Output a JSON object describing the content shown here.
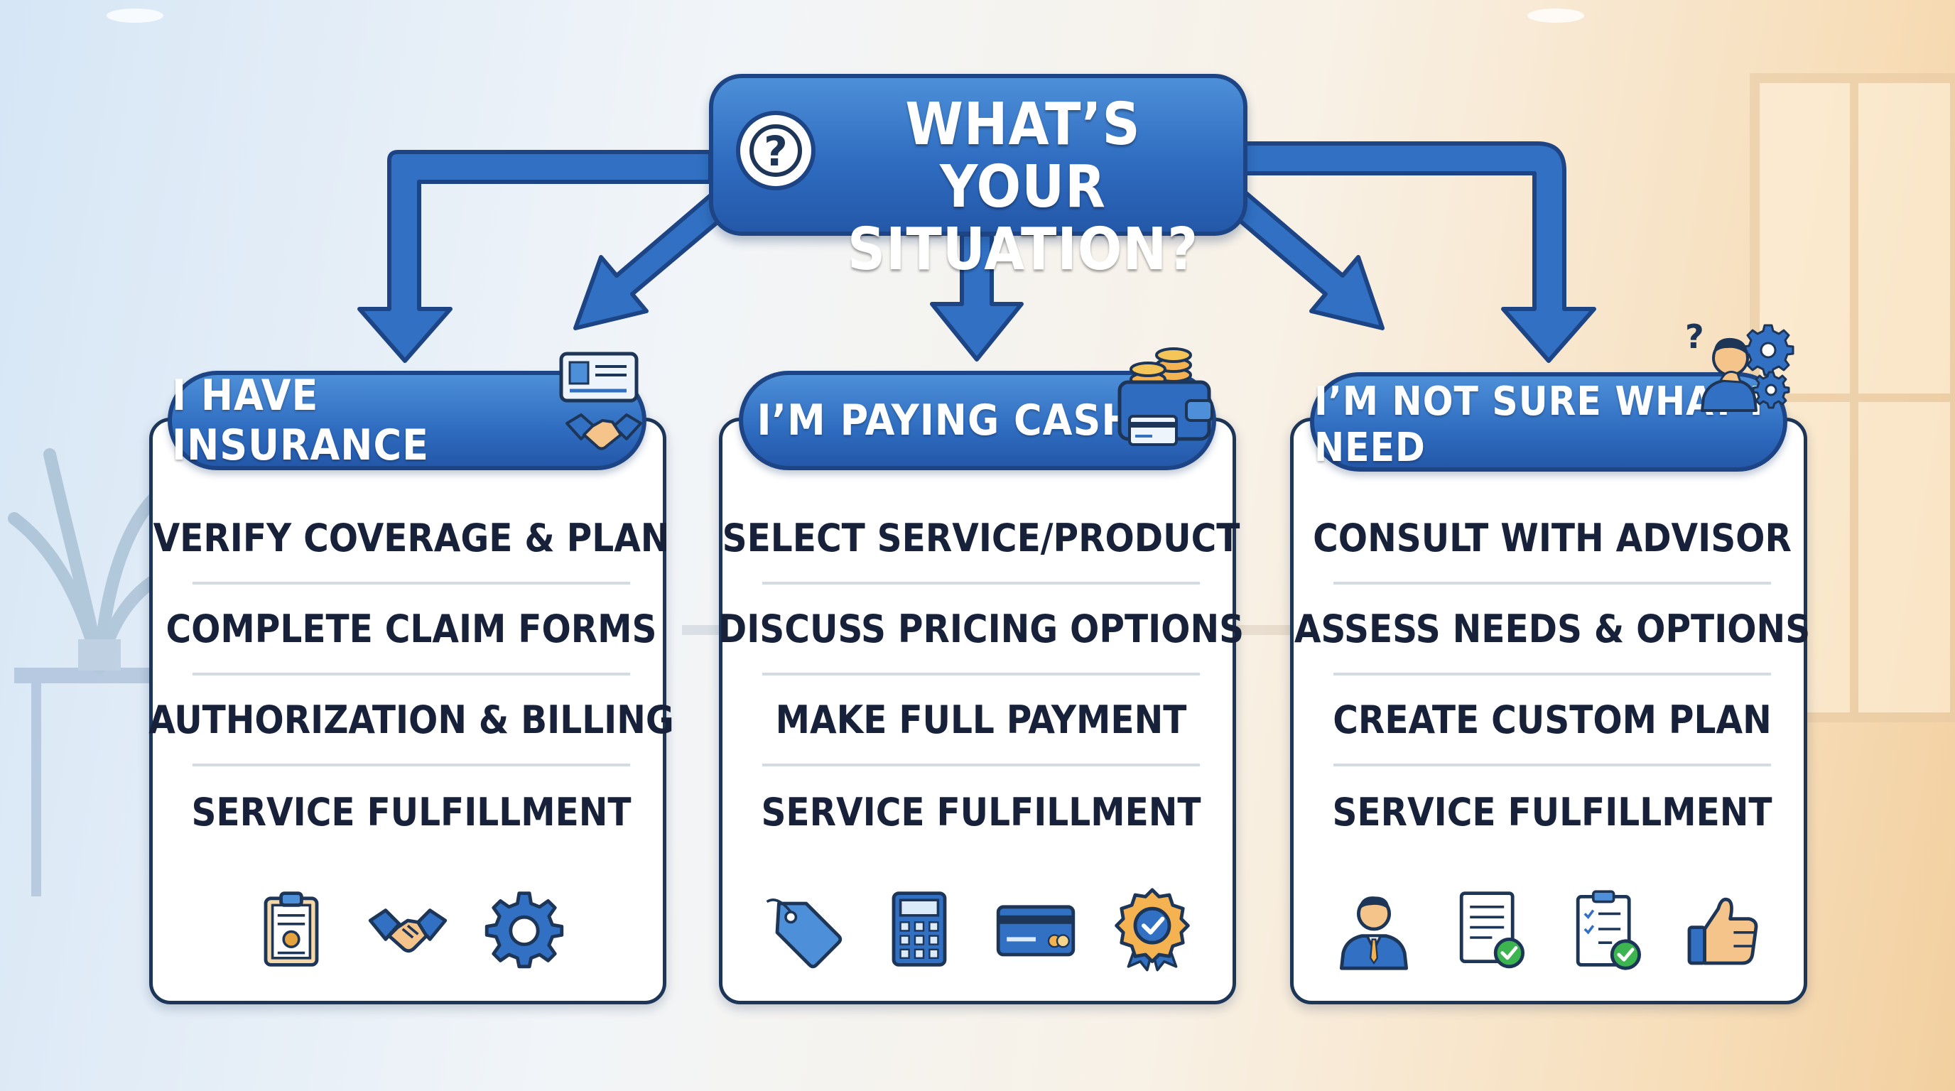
{
  "title": {
    "text": "WHAT’S YOUR SITUATION?",
    "icon": "question-icon"
  },
  "colors": {
    "primary": "#2f6cc0",
    "outline": "#1d3557",
    "accent": "#f4b350",
    "success": "#3cb550"
  },
  "paths": [
    {
      "title": "I HAVE INSURANCE",
      "header_icon": "insurance-card-handshake-icon",
      "steps": [
        "VERIFY COVERAGE & PLAN",
        "COMPLETE CLAIM FORMS",
        "AUTHORIZATION & BILLING",
        "SERVICE FULFILLMENT"
      ],
      "icons": [
        "clipboard-certificate-icon",
        "handshake-icon",
        "gear-icon"
      ]
    },
    {
      "title": "I’M PAYING CASH",
      "header_icon": "wallet-coins-icon",
      "steps": [
        "SELECT SERVICE/PRODUCT",
        "DISCUSS PRICING OPTIONS",
        "MAKE FULL PAYMENT",
        "SERVICE FULFILLMENT"
      ],
      "icons": [
        "price-tag-icon",
        "calculator-icon",
        "credit-card-icon",
        "award-badge-icon"
      ]
    },
    {
      "title": "I’M NOT SURE WHAT I NEED",
      "header_icon": "thinking-person-gears-icon",
      "steps": [
        "CONSULT WITH ADVISOR",
        "ASSESS NEEDS & OPTIONS",
        "CREATE CUSTOM PLAN",
        "SERVICE FULFILLMENT"
      ],
      "icons": [
        "advisor-icon",
        "document-check-icon",
        "checklist-icon",
        "thumbs-up-icon"
      ]
    }
  ]
}
